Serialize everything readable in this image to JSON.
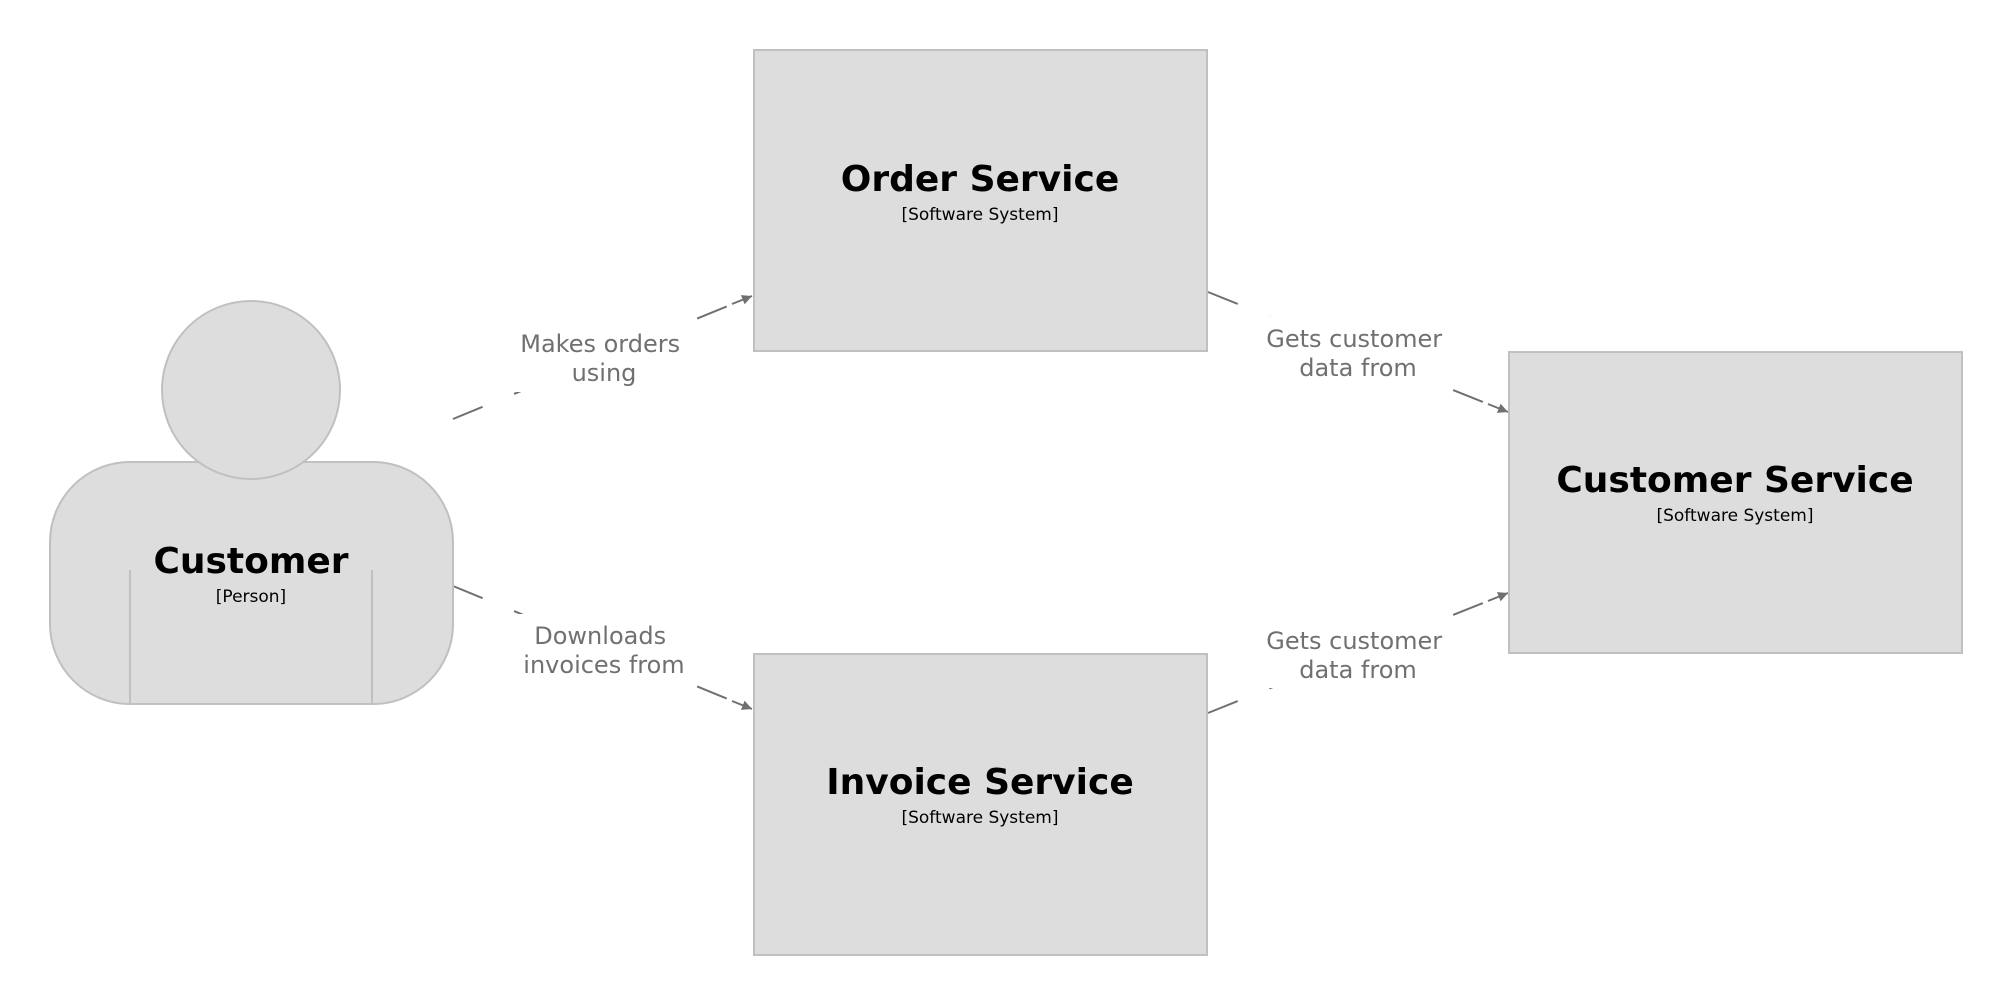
{
  "elements": {
    "customer": {
      "name": "Customer",
      "type": "[Person]"
    },
    "order_service": {
      "name": "Order Service",
      "type": "[Software System]"
    },
    "invoice_service": {
      "name": "Invoice Service",
      "type": "[Software System]"
    },
    "customer_service": {
      "name": "Customer Service",
      "type": "[Software System]"
    }
  },
  "relationships": [
    {
      "from": "Customer",
      "to": "Order Service",
      "lines": [
        "Makes orders",
        "using"
      ]
    },
    {
      "from": "Customer",
      "to": "Invoice Service",
      "lines": [
        "Downloads",
        "invoices from"
      ]
    },
    {
      "from": "Order Service",
      "to": "Customer Service",
      "lines": [
        "Gets customer",
        "data from"
      ]
    },
    {
      "from": "Invoice Service",
      "to": "Customer Service",
      "lines": [
        "Gets customer",
        "data from"
      ]
    }
  ],
  "colors": {
    "element_fill": "#dddddd",
    "element_stroke": "#c0c0c0",
    "edge": "#707070",
    "text": "#000000"
  }
}
